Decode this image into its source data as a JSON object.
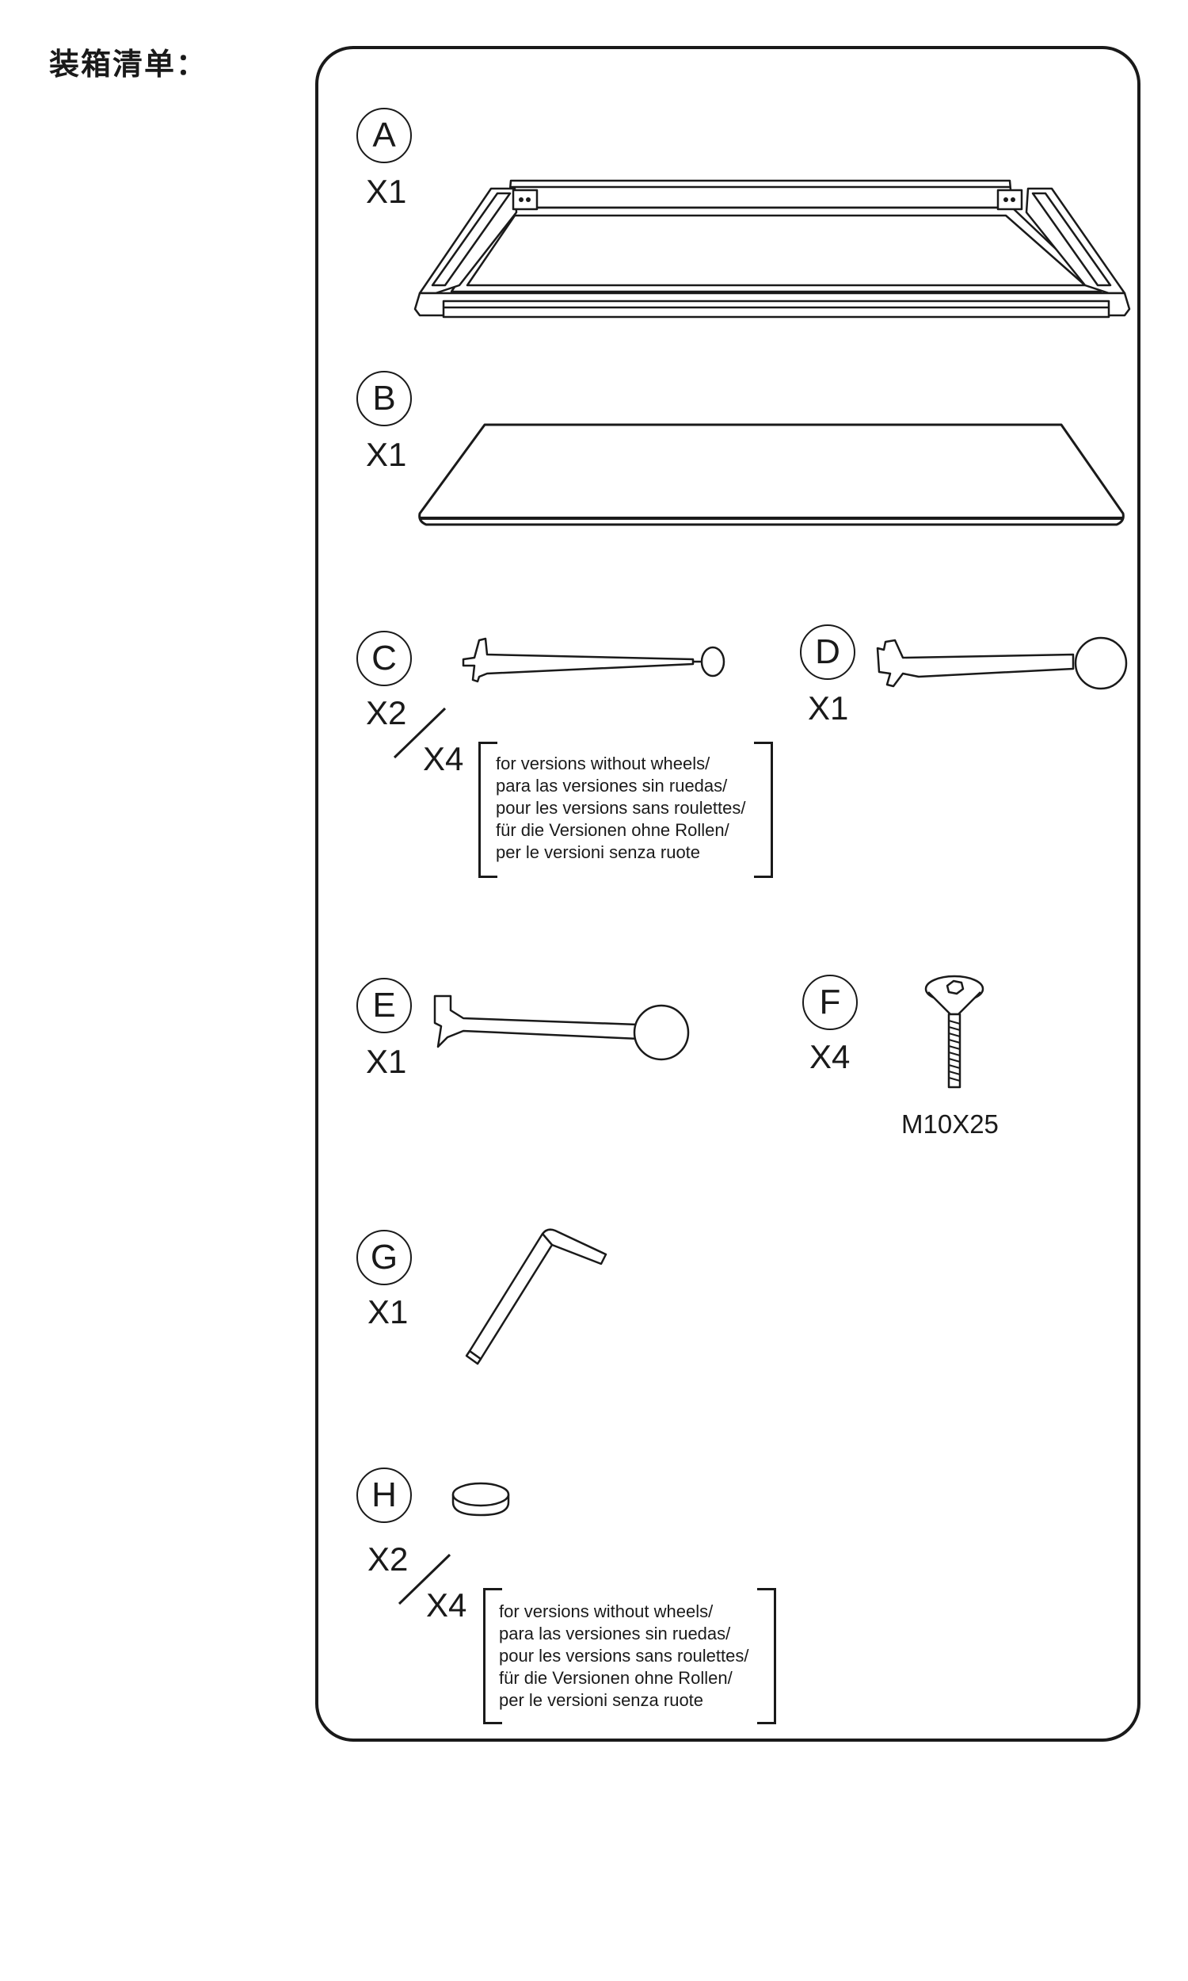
{
  "title": "装箱清单：",
  "parts": [
    {
      "letter": "A",
      "qty": "X1",
      "icon": "frame-icon"
    },
    {
      "letter": "B",
      "qty": "X1",
      "icon": "desktop-panel-icon"
    },
    {
      "letter": "C",
      "qty": "X2",
      "qty_alt": "X4",
      "icon": "short-leg-icon",
      "note": [
        "for versions without wheels/",
        "para las versiones sin ruedas/",
        "pour les versions sans roulettes/",
        "für die Versionen ohne Rollen/",
        "per le versioni senza ruote"
      ]
    },
    {
      "letter": "D",
      "qty": "X1",
      "icon": "long-leg-icon"
    },
    {
      "letter": "E",
      "qty": "X1",
      "icon": "leg-with-round-end-icon"
    },
    {
      "letter": "F",
      "qty": "X4",
      "icon": "screw-icon",
      "spec": "M10X25"
    },
    {
      "letter": "G",
      "qty": "X1",
      "icon": "hex-key-icon"
    },
    {
      "letter": "H",
      "qty": "X2",
      "qty_alt": "X4",
      "icon": "foot-pad-icon",
      "note": [
        "for versions without wheels/",
        "para las versiones sin ruedas/",
        "pour les versions sans roulettes/",
        "für die Versionen ohne Rollen/",
        "per le versioni senza ruote"
      ]
    }
  ],
  "colors": {
    "line": "#1a1a1a",
    "background": "#ffffff"
  }
}
